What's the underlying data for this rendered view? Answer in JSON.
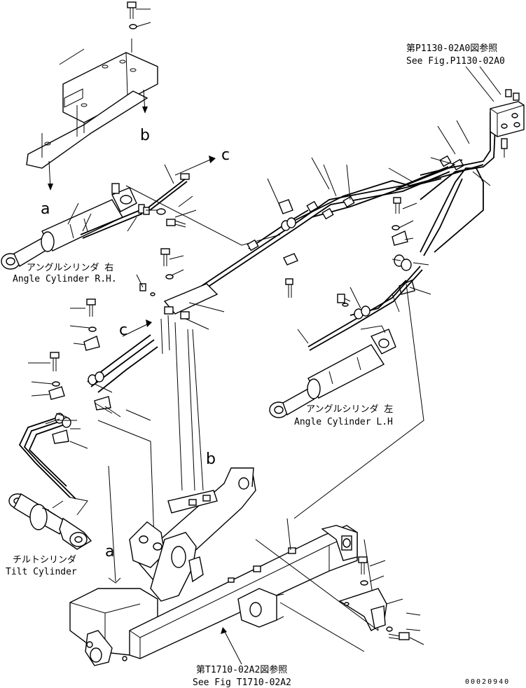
{
  "ref_top": {
    "jp": "第P1130-02A0図参照",
    "en": "See Fig.P1130-02A0"
  },
  "ref_bottom": {
    "jp": "第T1710-02A2図参照",
    "en": "See Fig T1710-02A2"
  },
  "angle_rh": {
    "jp": "アングルシリンダ 右",
    "en": "Angle Cylinder R.H."
  },
  "angle_lh": {
    "jp": "アングルシリンダ 左",
    "en": "Angle Cylinder L.H"
  },
  "tilt": {
    "jp": "チルトシリンダ",
    "en": "Tilt Cylinder"
  },
  "letters": {
    "a_top": "a",
    "b_top": "b",
    "c_top": "c",
    "c_mid": "c",
    "b_bottom": "b",
    "a_bottom": "a"
  },
  "drawing_number": "00020940"
}
